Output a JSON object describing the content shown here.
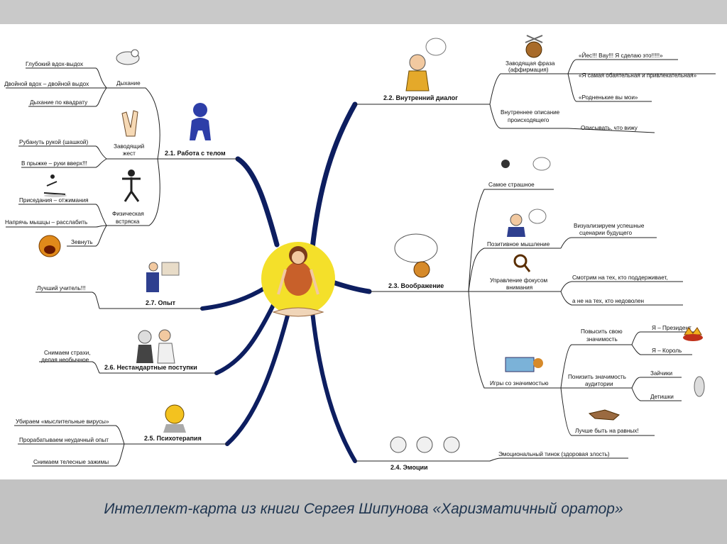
{
  "caption": "Интеллект-карта из книги Сергея Шипунова «Харизматичный оратор»",
  "branches": {
    "body": "2.1. Работа с телом",
    "dialog": "2.2. Внутренний диалог",
    "imagination": "2.3. Воображение",
    "emotions": "2.4. Эмоции",
    "psycho": "2.5. Психотерапия",
    "nonstandard": "2.6. Нестандартные поступки",
    "experience": "2.7. Опыт"
  },
  "body": {
    "breathing": "Дыхание",
    "breathing_items": [
      "Глубокий вдох-выдох",
      "Двойной вдох – двойной выдох",
      "Дыхание по квадрату"
    ],
    "gesture": [
      "Заводящий",
      "жест"
    ],
    "gesture_items": [
      "Рубануть рукой (шашкой)",
      "В прыжке – руки вверх!!!"
    ],
    "shake": [
      "Физическая",
      "встряска"
    ],
    "shake_items": [
      "Приседания – отжимания",
      "Напрячь мышцы – расслабить"
    ],
    "yawn": "Зевнуть"
  },
  "dialog": {
    "phrase": [
      "Заводящая фраза",
      "(аффирмация)"
    ],
    "phrase_items": [
      "«Йес!!! Вау!!! Я сделаю это!!!!!»",
      "«Я самая обаятельная и привлекательная»",
      "«Родненькие вы мои»"
    ],
    "describe": [
      "Внутреннее описание",
      "происходящего"
    ],
    "describe_item": "Описывать, что вижу"
  },
  "imagination": {
    "scary": "Самое страшное",
    "positive": "Позитивное мышление",
    "positive_item": [
      "Визуализируем успешные",
      "сценарии будущего"
    ],
    "focus": [
      "Управление фокусом",
      "внимания"
    ],
    "focus_items": [
      "Смотрим на тех, кто поддерживает,",
      "а не на тех, кто недоволен"
    ],
    "games": "Игры со значимостью",
    "raise": [
      "Повысить свою",
      "значимость"
    ],
    "raise_items": [
      "Я – Президент",
      "Я – Король"
    ],
    "lower": [
      "Понизить значимость",
      "аудитории"
    ],
    "lower_items": [
      "Зайчики",
      "Детишки"
    ],
    "equal": "Лучше быть на равных!"
  },
  "emotions": {
    "item": "Эмоциональный тинок (здоровая злость)"
  },
  "psycho": {
    "items": [
      "Убираем «мыслительные вирусы»",
      "Прорабатываем неудачный опыт",
      "Снимаем телесные зажимы"
    ]
  },
  "nonstandard": {
    "item": [
      "Снимаем страхи,",
      "делая необычное"
    ]
  },
  "experience": {
    "item": "Лучший учитель!!!"
  }
}
